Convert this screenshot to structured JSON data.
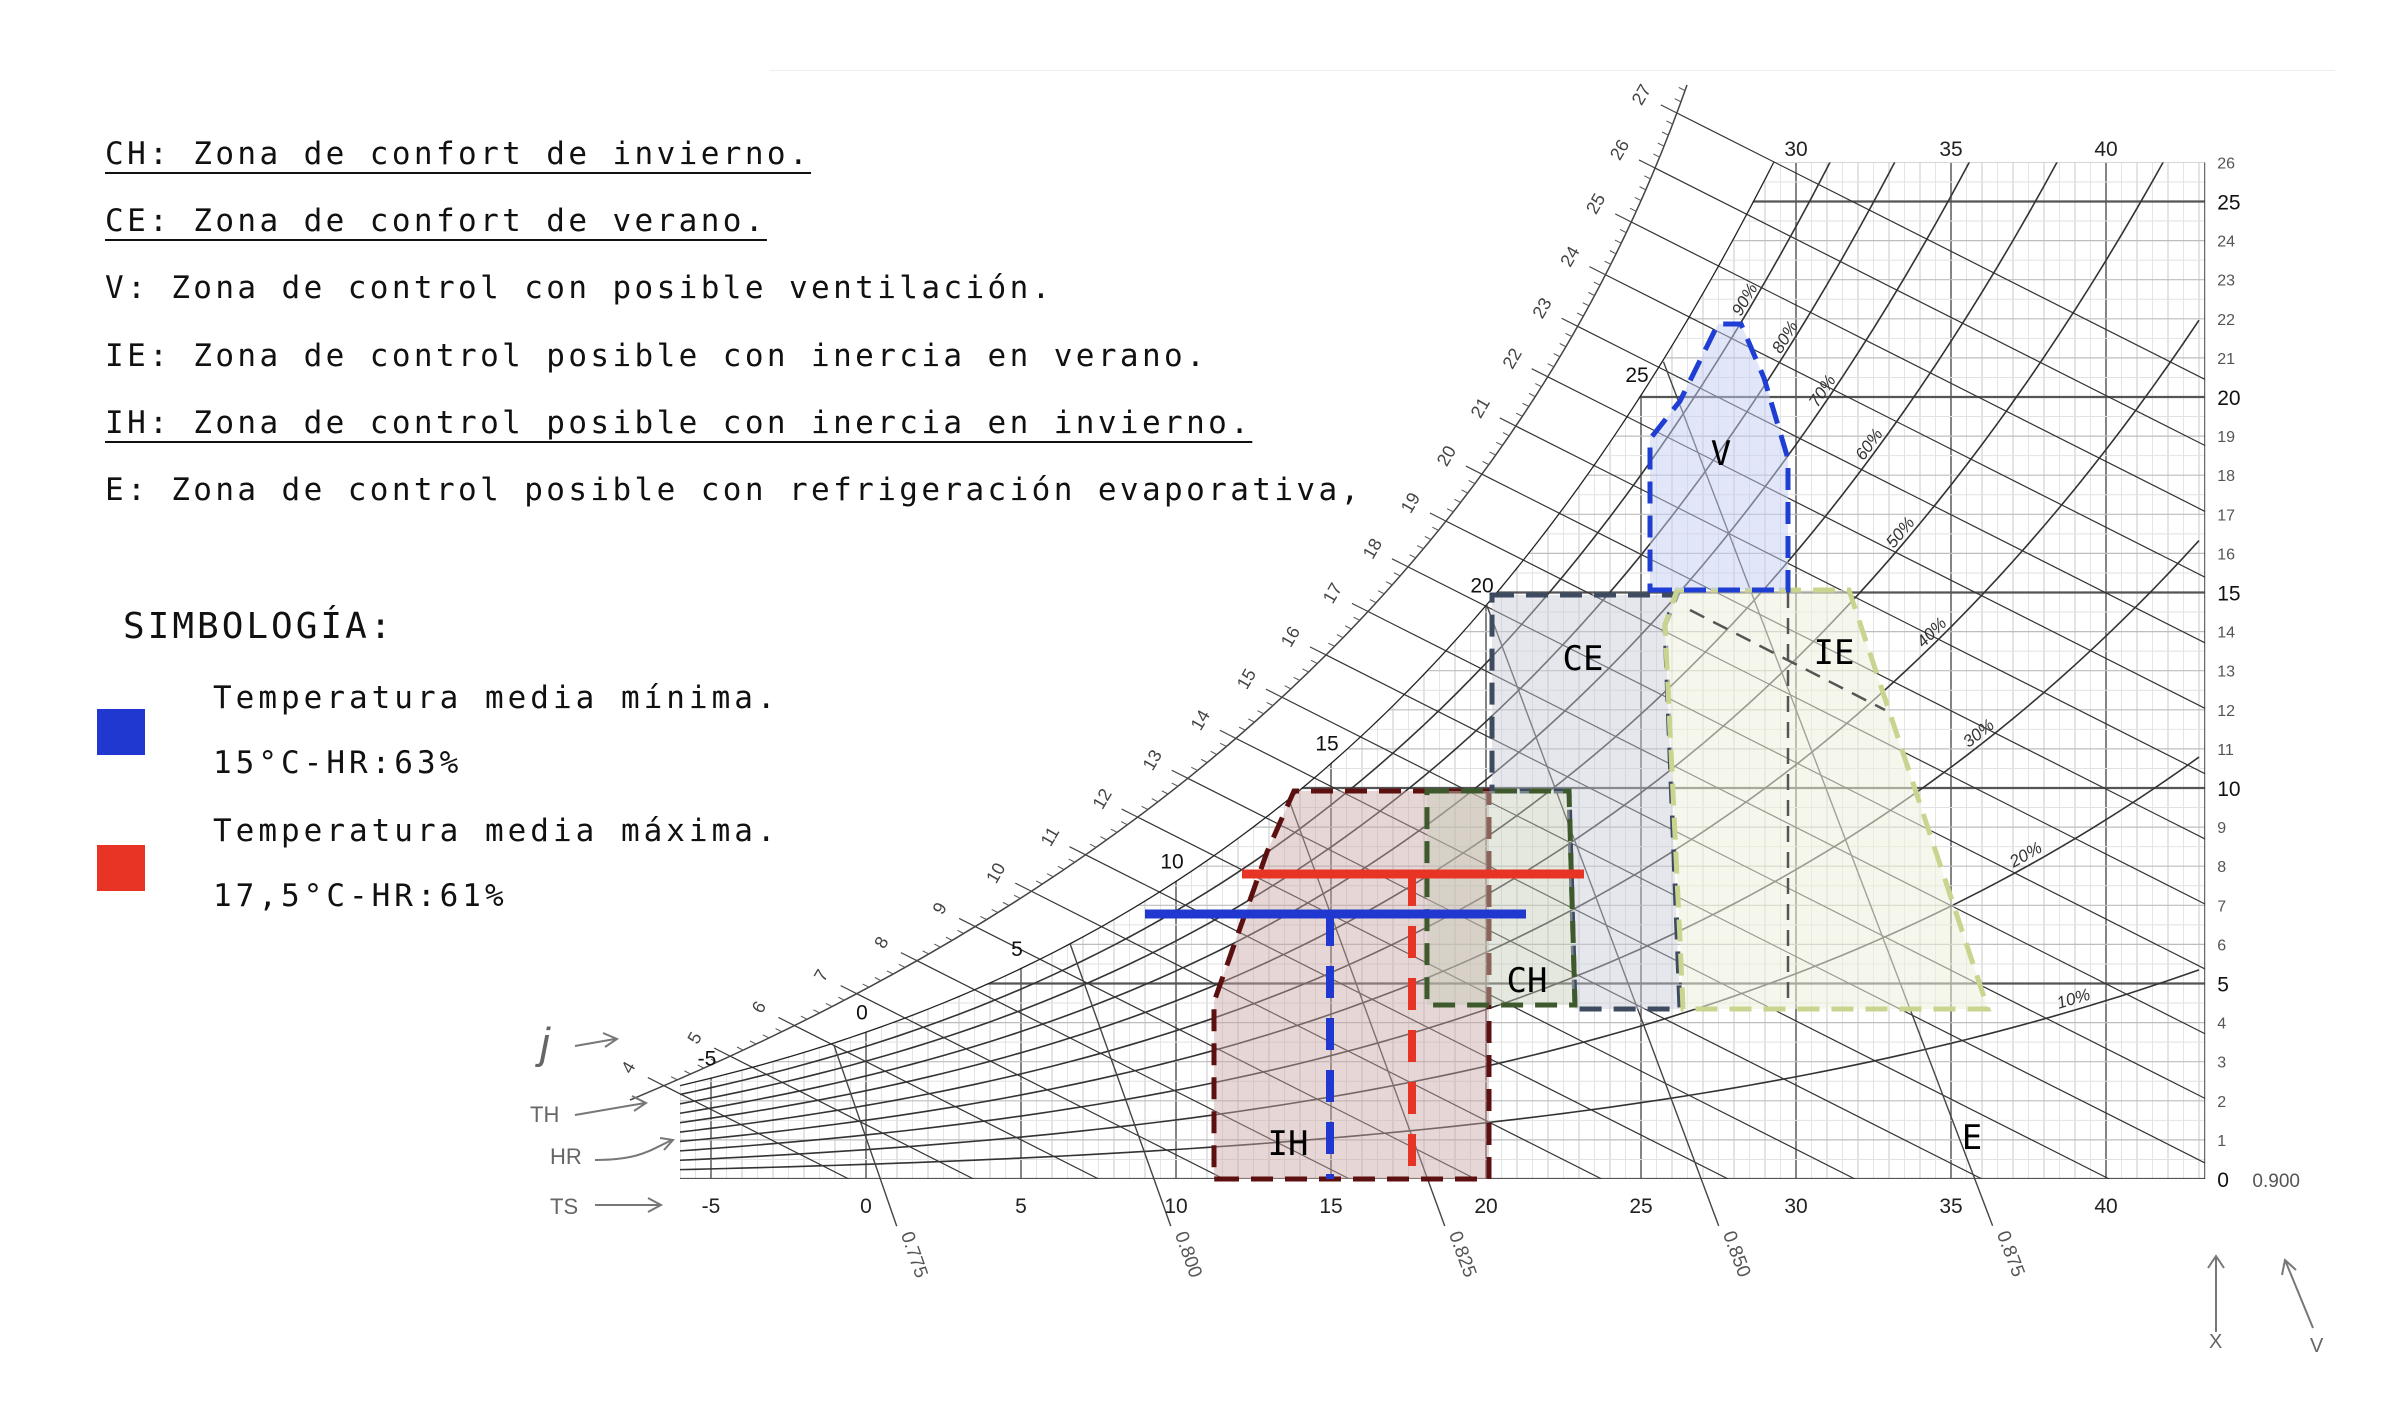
{
  "legend_zones": [
    {
      "text": "CH: Zona de confort de invierno.",
      "underlined": true
    },
    {
      "text": "CE: Zona de confort de verano.",
      "underlined": true
    },
    {
      "text": "V: Zona de control con posible ventilación.",
      "underlined": false
    },
    {
      "text": "IE: Zona de control posible con inercia en verano.",
      "underlined": false
    },
    {
      "text": "IH: Zona de control posible con inercia en invierno.",
      "underlined": true
    },
    {
      "text": "E: Zona de control posible con refrigeración evaporativa,",
      "underlined": false
    }
  ],
  "symbology": {
    "title": "SIMBOLOGÍA:",
    "items": [
      {
        "color": "#2038d0",
        "label": "Temperatura media mínima.",
        "value": "15°C-HR:63%",
        "temp_c": 15,
        "rh_pct": 63
      },
      {
        "color": "#e83424",
        "label": "Temperatura media máxima.",
        "value": "17,5°C-HR:61%",
        "temp_c": 17.5,
        "rh_pct": 61
      }
    ]
  },
  "chart": {
    "dry_bulb_ticks": [
      "-5",
      "0",
      "5",
      "10",
      "15",
      "20",
      "25",
      "30",
      "35",
      "40"
    ],
    "top_ticks": [
      "30",
      "35",
      "40"
    ],
    "humidity_ticks": [
      "0",
      "1",
      "2",
      "3",
      "4",
      "5",
      "6",
      "7",
      "8",
      "9",
      "10",
      "11",
      "12",
      "13",
      "14",
      "15",
      "16",
      "17",
      "18",
      "19",
      "20",
      "21",
      "22",
      "23",
      "24",
      "25",
      "26"
    ],
    "rh_labels": [
      "10%",
      "20%",
      "30%",
      "40%",
      "50%",
      "60%",
      "70%",
      "80%",
      "90%"
    ],
    "volume_labels": [
      "0.775",
      "0.800",
      "0.825",
      "0.850",
      "0.875",
      "0.900"
    ],
    "enthalpy_labels": [
      "4",
      "5",
      "6",
      "7",
      "8",
      "9",
      "10",
      "11",
      "12",
      "13",
      "14",
      "15",
      "16",
      "17",
      "18",
      "19",
      "20",
      "21",
      "22",
      "23",
      "24",
      "25",
      "26",
      "27"
    ],
    "wet_bulb_labels": [
      "-5",
      "0",
      "5",
      "10",
      "15",
      "20",
      "25"
    ],
    "axis_names": {
      "j": "j",
      "th": "TH",
      "hr": "HR",
      "ts": "TS",
      "x": "X",
      "v": "V"
    },
    "zones": [
      {
        "id": "IH",
        "label": "IH",
        "color": "#5c1010",
        "fill": "#e6d6d6"
      },
      {
        "id": "CH",
        "label": "CH",
        "color": "#3e5a2c",
        "fill": "#dfe3d8"
      },
      {
        "id": "CE",
        "label": "CE",
        "color": "#3d4a60",
        "fill": "#e3e5ea"
      },
      {
        "id": "V",
        "label": "V",
        "color": "#1f3fd4",
        "fill": "#e0e4f7"
      },
      {
        "id": "IE",
        "label": "IE",
        "color": "#c9d48f",
        "fill": "#f4f6ec"
      },
      {
        "id": "E",
        "label": "E"
      }
    ]
  }
}
